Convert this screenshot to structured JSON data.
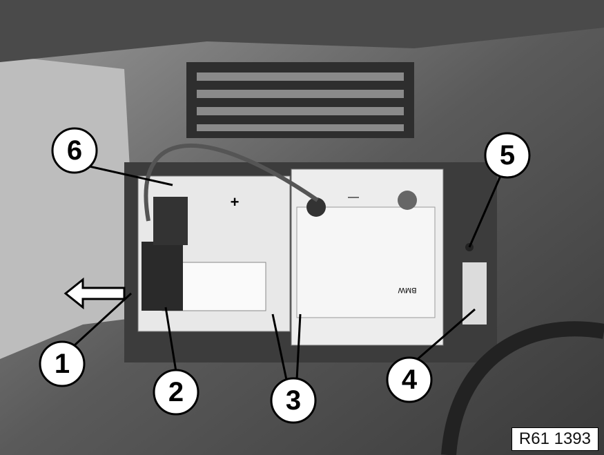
{
  "figure": {
    "reference_label": "R61 1393",
    "callouts": [
      "1",
      "2",
      "3",
      "4",
      "5",
      "6"
    ],
    "battery_marks": {
      "plus": "+",
      "minus": "—",
      "brand": "BMW"
    },
    "colors": {
      "callout_fill": "#ffffff",
      "callout_stroke": "#000000",
      "photo_tone": "grayscale"
    }
  }
}
